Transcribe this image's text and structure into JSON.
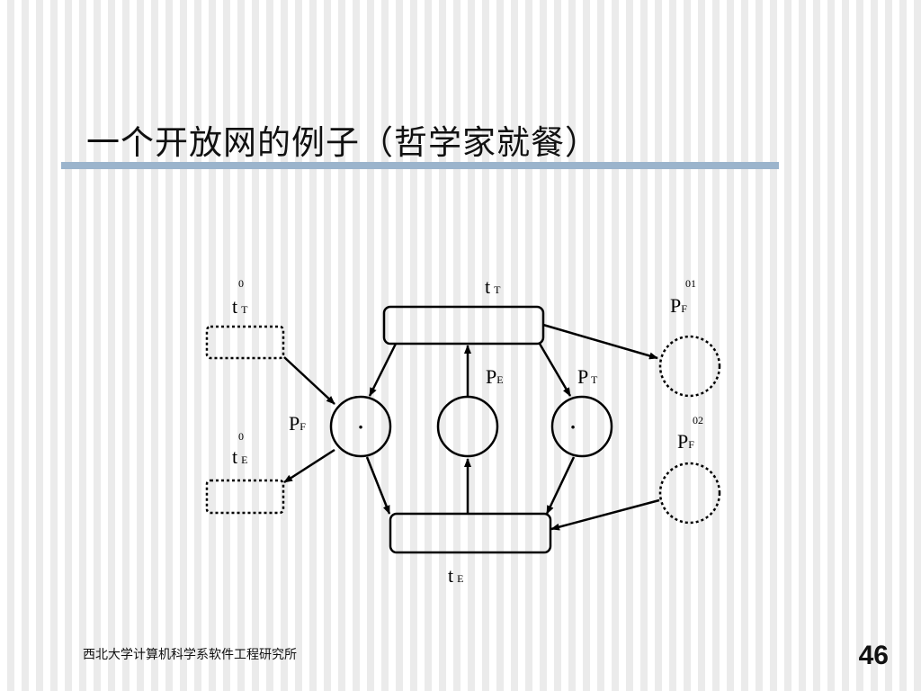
{
  "slide": {
    "title": "一个开放网的例子（哲学家就餐）",
    "footer": "西北大学计算机科学系软件工程研究所",
    "page_number": "46"
  },
  "diagram": {
    "transitions": {
      "tT": {
        "main": "t",
        "sub": "T"
      },
      "tE": {
        "main": "t",
        "sub": "E"
      }
    },
    "places": {
      "PF": {
        "main": "P",
        "sub": "F",
        "token": "·"
      },
      "PE": {
        "main": "P",
        "sub": "E"
      },
      "PT": {
        "main": "P",
        "sub": " T",
        "token": "·"
      }
    },
    "open_transitions": {
      "tT0": {
        "main": "t",
        "sub": "T",
        "sup": "0"
      },
      "tE0": {
        "main": "t",
        "sub": "E",
        "sup": "0"
      }
    },
    "open_places": {
      "PF01": {
        "main": "P",
        "sub": "F",
        "sup": "01"
      },
      "PF02": {
        "main": "P",
        "sub": "F",
        "sup": "02"
      }
    }
  }
}
